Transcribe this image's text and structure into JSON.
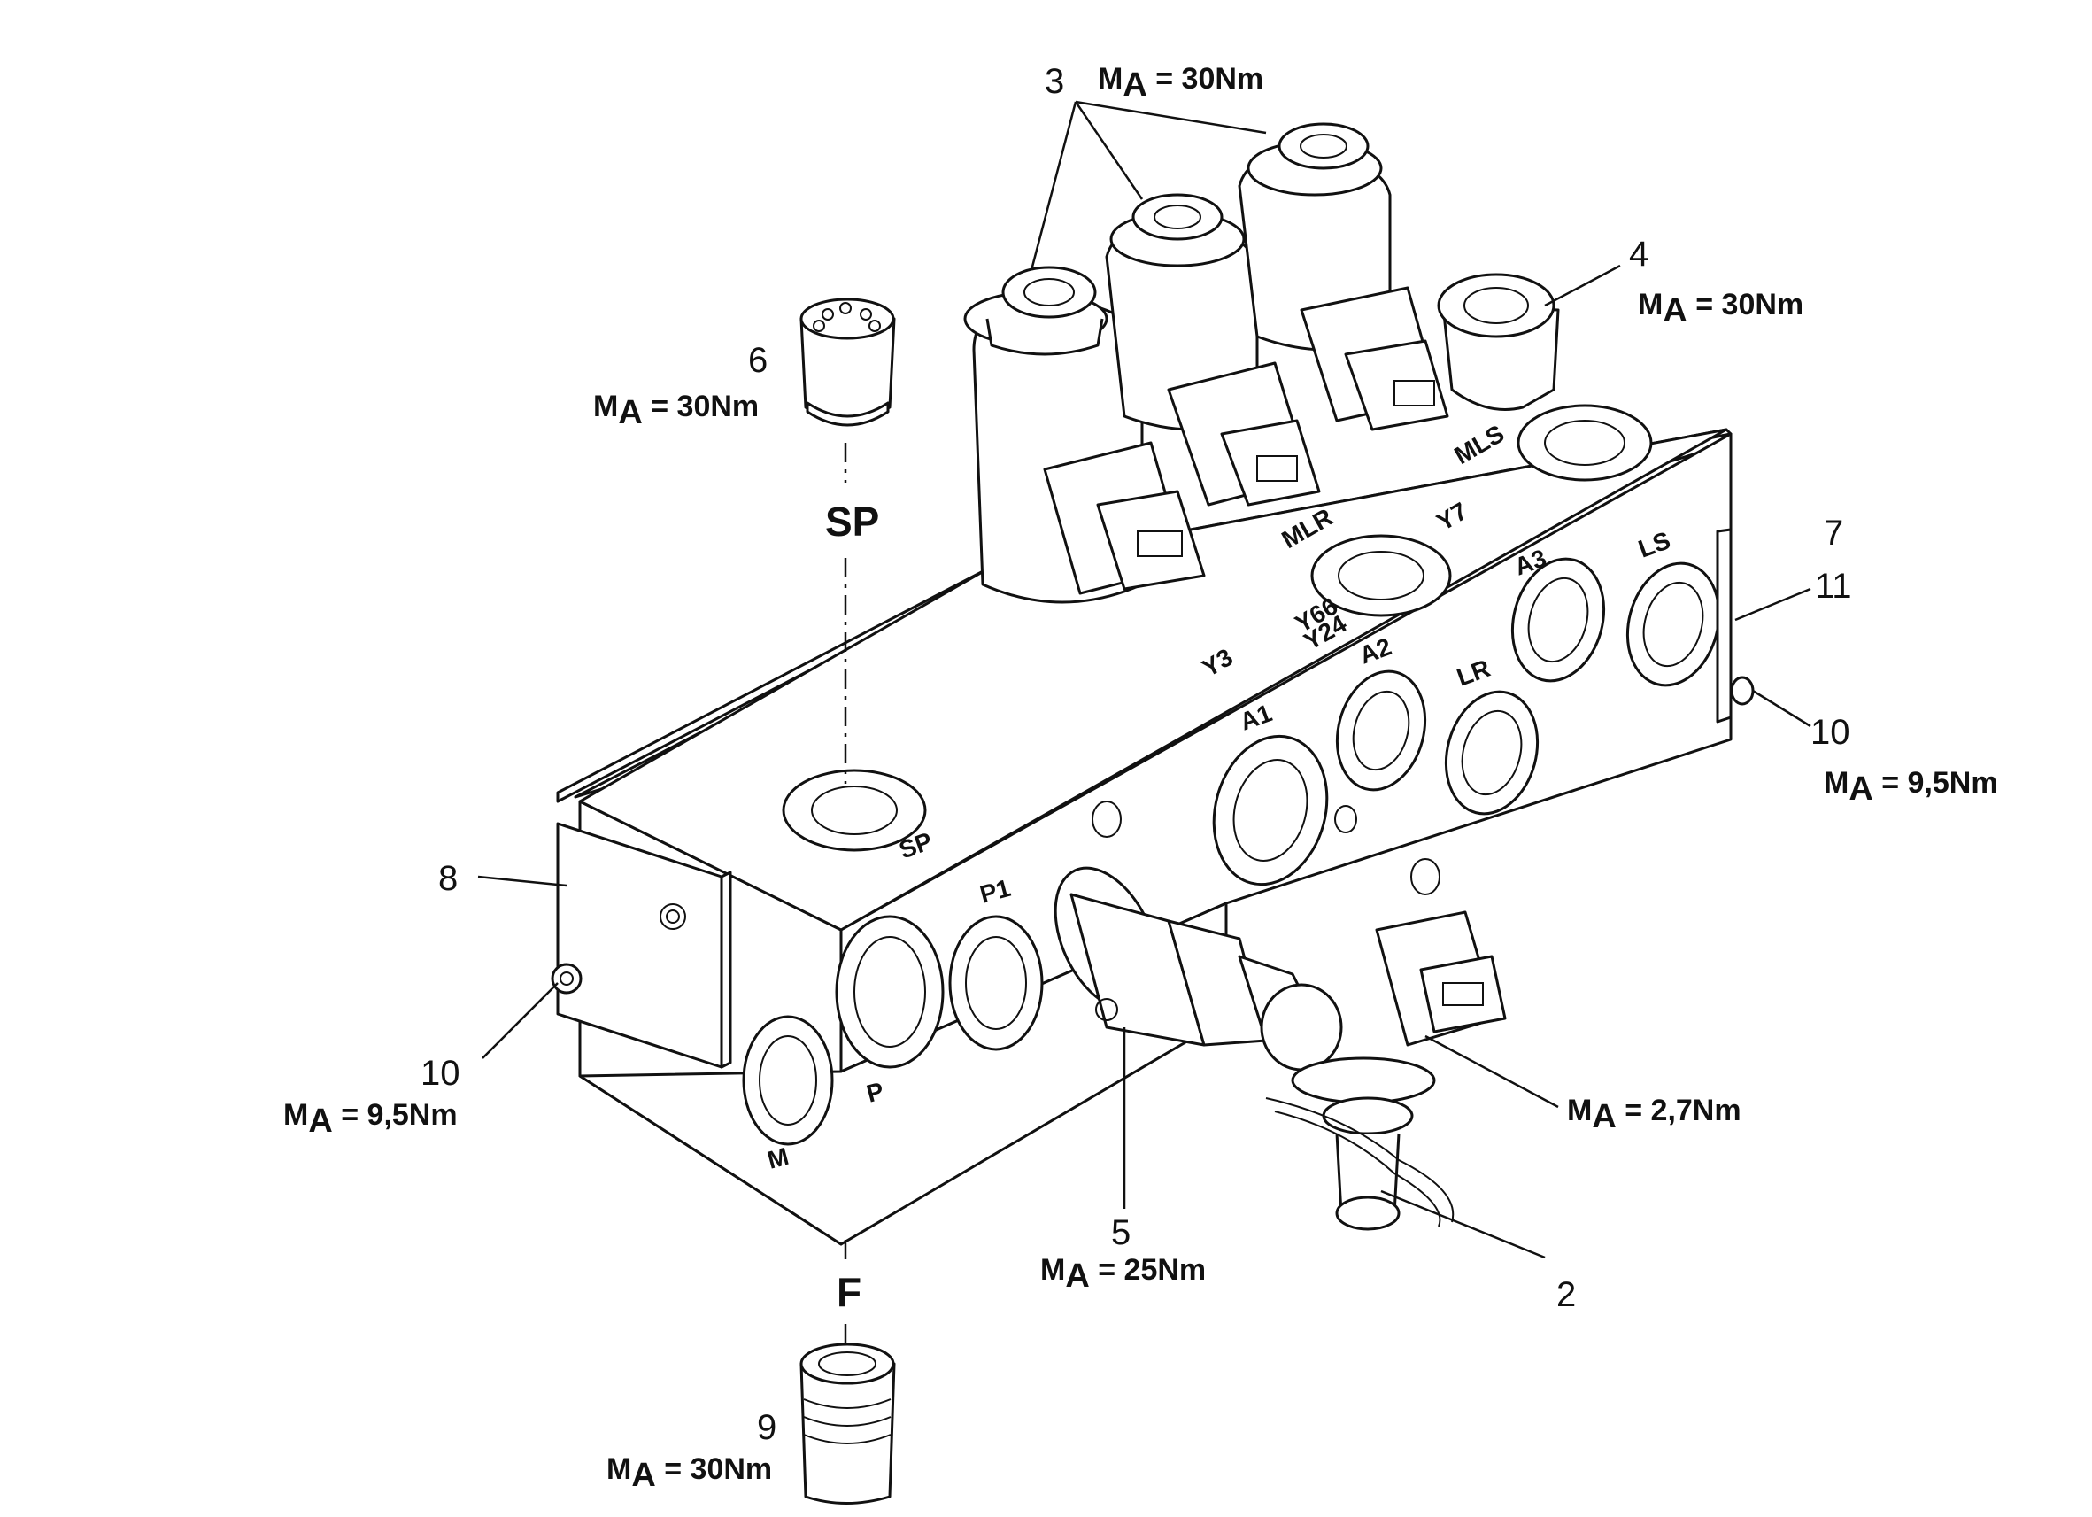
{
  "callouts": {
    "c3": "3",
    "c4": "4",
    "c6": "6",
    "c7": "7",
    "c11": "11",
    "c10_right": "10",
    "c8": "8",
    "c10_left": "10",
    "c5": "5",
    "c2": "2",
    "c9": "9"
  },
  "torques": {
    "t3": {
      "m": "M",
      "a": "A",
      "value": " = 30Nm"
    },
    "t4": {
      "m": "M",
      "a": "A",
      "value": " = 30Nm"
    },
    "t6": {
      "m": "M",
      "a": "A",
      "value": " = 30Nm"
    },
    "t10_right": {
      "m": "M",
      "a": "A",
      "value": " = 9,5Nm"
    },
    "t10_left": {
      "m": "M",
      "a": "A",
      "value": " = 9,5Nm"
    },
    "t2": {
      "m": "M",
      "a": "A",
      "value": " = 2,7Nm"
    },
    "t5": {
      "m": "M",
      "a": "A",
      "value": " = 25Nm"
    },
    "t9": {
      "m": "M",
      "a": "A",
      "value": " = 30Nm"
    }
  },
  "ports": {
    "sp_big": "SP",
    "f_big": "F",
    "sp": "SP",
    "p": "P",
    "p1": "P1",
    "m": "M",
    "a1": "A1",
    "a2": "A2",
    "a3": "A3",
    "lr": "LR",
    "ls": "LS",
    "y3": "Y3",
    "y66": "Y66",
    "y24": "Y24",
    "y7": "Y7",
    "mlr": "MLR",
    "mls": "MLS"
  }
}
